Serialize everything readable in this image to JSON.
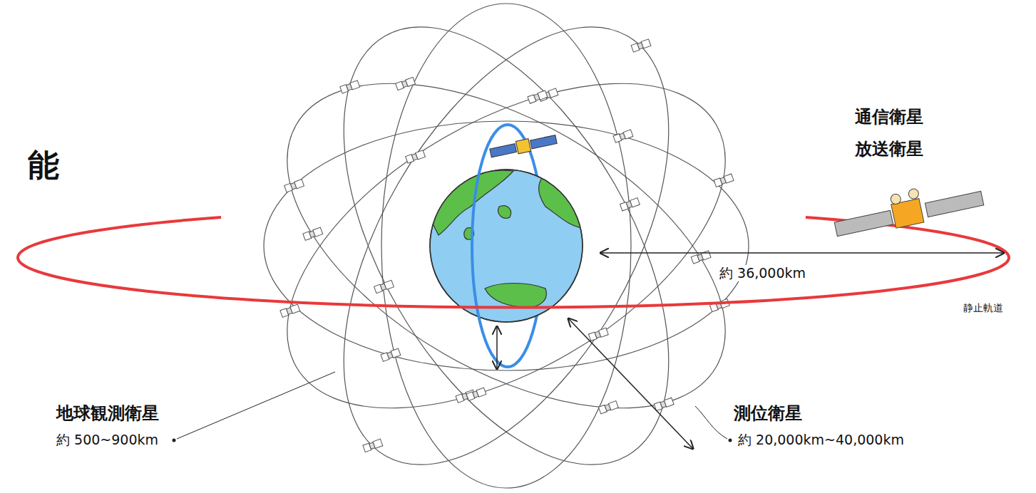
{
  "diagram": {
    "labels": [
      "能",
      "通信衛星",
      "放送衛星",
      "約 36,000km",
      "静止軌道",
      "地球観測衛星",
      "約 500~900km",
      "測位衛星",
      "約 20,000km~40,000km"
    ]
  }
}
